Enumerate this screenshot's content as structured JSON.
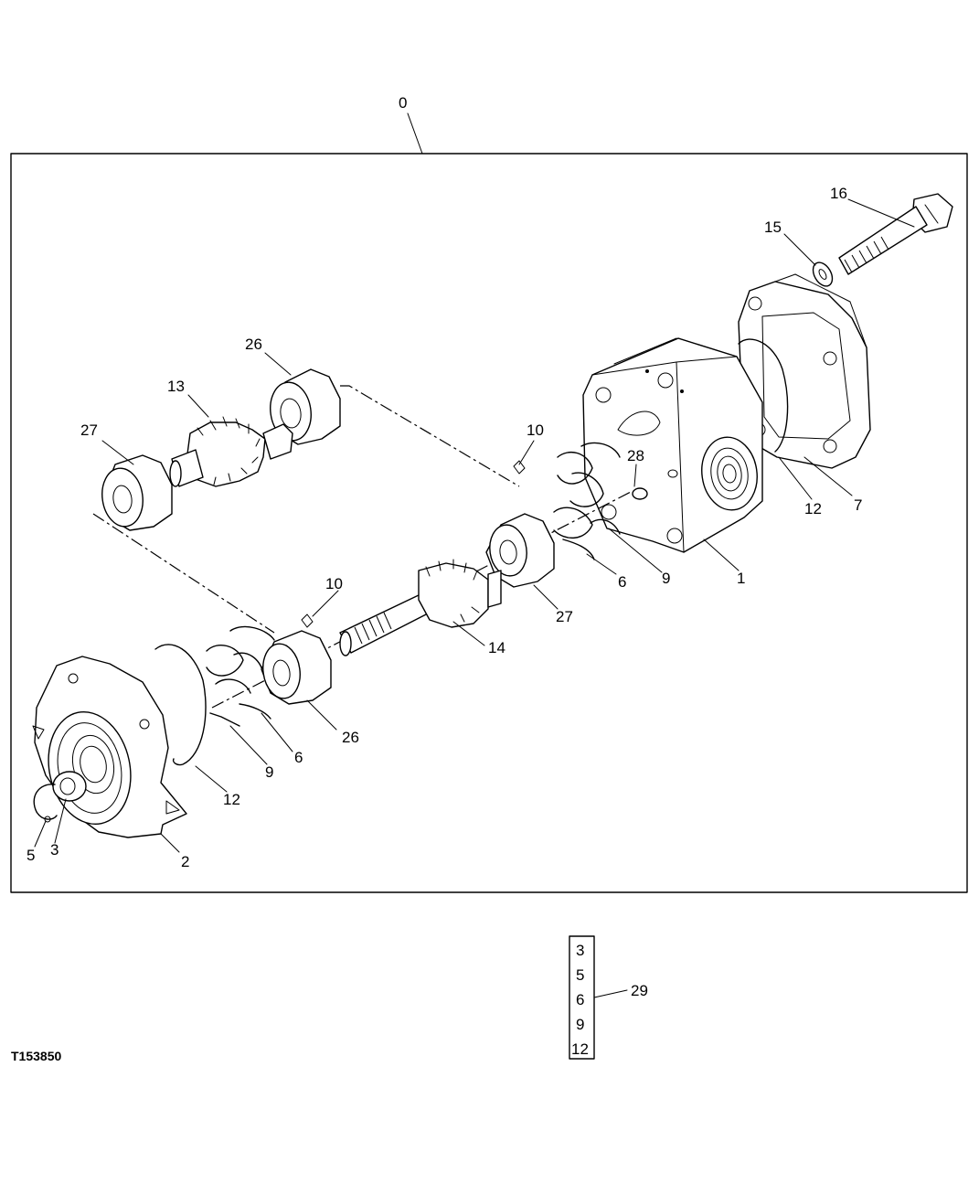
{
  "figure_id": "T153850",
  "labels": {
    "assembly": "0",
    "housing": "1",
    "front_cover": "2",
    "seal_3": "3",
    "snap_ring_5": "5",
    "backup_6_upper": "6",
    "backup_6_lower": "6",
    "rear_cover": "7",
    "seal_9_upper": "9",
    "seal_9_lower": "9",
    "seal_10_upper": "10",
    "seal_10_lower": "10",
    "o_ring_12_right": "12",
    "o_ring_12_left": "12",
    "drive_gear": "13",
    "drive_shaft": "14",
    "washer": "15",
    "cap_screw": "16",
    "bearing_26_upper": "26",
    "bearing_26_lower": "26",
    "bearing_27_left": "27",
    "bearing_27_right": "27",
    "dowel_pin": "28",
    "seal_kit": "29"
  },
  "kit": {
    "items": [
      "3",
      "5",
      "6",
      "9",
      "12"
    ]
  }
}
